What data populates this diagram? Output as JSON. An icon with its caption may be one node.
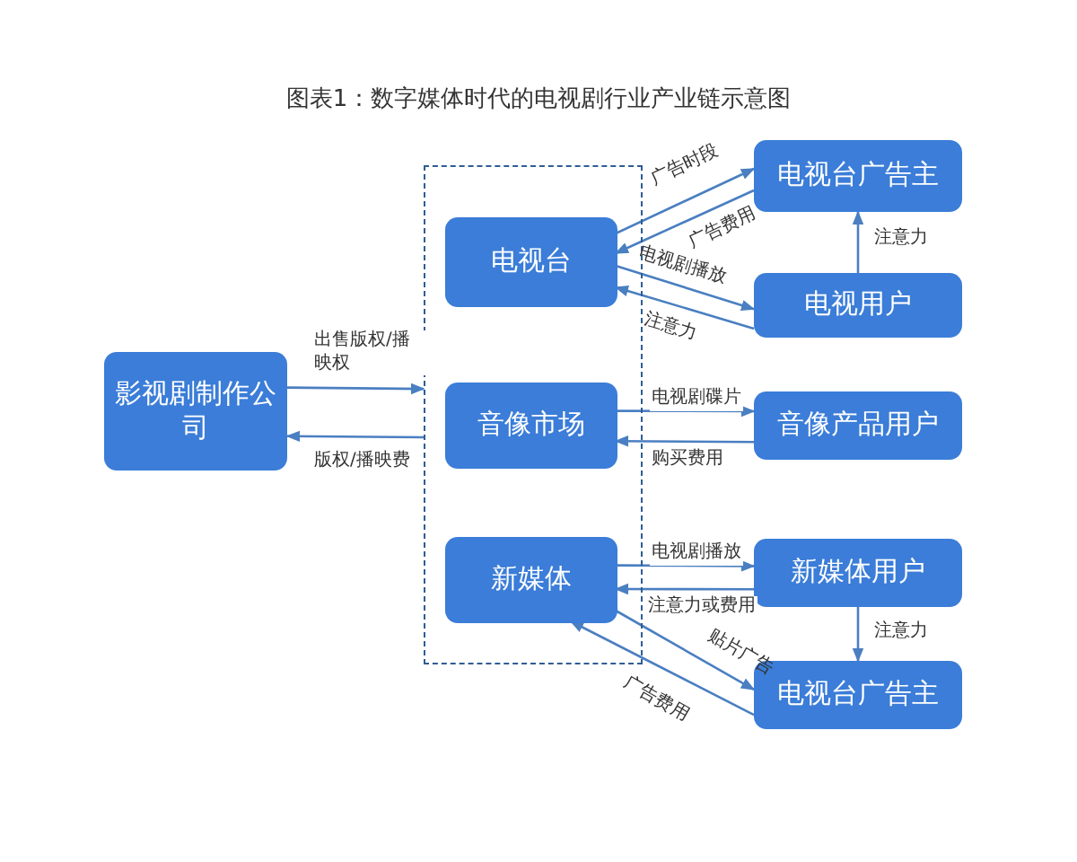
{
  "diagram": {
    "title": "图表1：数字媒体时代的电视剧行业产业链示意图",
    "nodes": [
      {
        "text": [
          "影视剧制作公司"
        ]
      },
      {
        "text": [],
        "shape": "box"
      },
      {
        "text": [
          "电视台"
        ],
        "in": 1
      },
      {
        "text": [
          "音像市场"
        ],
        "in": 1
      },
      {
        "text": [
          "新媒体"
        ],
        "in": 1
      },
      {
        "text": [
          "电视台广告主"
        ]
      },
      {
        "text": [
          "电视用户"
        ]
      },
      {
        "text": [
          "音像产品用户"
        ]
      },
      {
        "text": [
          "新媒体用户"
        ]
      },
      {
        "text": [
          "电视台广告主"
        ]
      }
    ],
    "edges": [
      {
        "from": 0,
        "to": 1,
        "arrow": "to",
        "label": "出售版权/播映权"
      },
      {
        "from": 1,
        "to": 0,
        "arrow": "to",
        "label": "版权/播映费"
      },
      {
        "from": 2,
        "to": 5,
        "arrow": "to",
        "label": "广告时段"
      },
      {
        "from": 5,
        "to": 2,
        "arrow": "to",
        "label": "广告费用"
      },
      {
        "from": 2,
        "to": 6,
        "arrow": "to",
        "label": "电视剧播放"
      },
      {
        "from": 6,
        "to": 2,
        "arrow": "to",
        "label": "注意力"
      },
      {
        "from": 6,
        "to": 5,
        "arrow": "to",
        "label": "注意力"
      },
      {
        "from": 3,
        "to": 7,
        "arrow": "to",
        "label": "电视剧碟片"
      },
      {
        "from": 7,
        "to": 3,
        "arrow": "to",
        "label": "购买费用"
      },
      {
        "from": 4,
        "to": 8,
        "arrow": "to",
        "label": "电视剧播放"
      },
      {
        "from": 8,
        "to": 4,
        "arrow": "to",
        "label": "注意力或费用"
      },
      {
        "from": 8,
        "to": 9,
        "arrow": "to",
        "label": "注意力"
      },
      {
        "from": 4,
        "to": 9,
        "arrow": "to",
        "label": "贴片广告"
      },
      {
        "from": 9,
        "to": 4,
        "arrow": "to",
        "label": "广告费用"
      }
    ]
  }
}
